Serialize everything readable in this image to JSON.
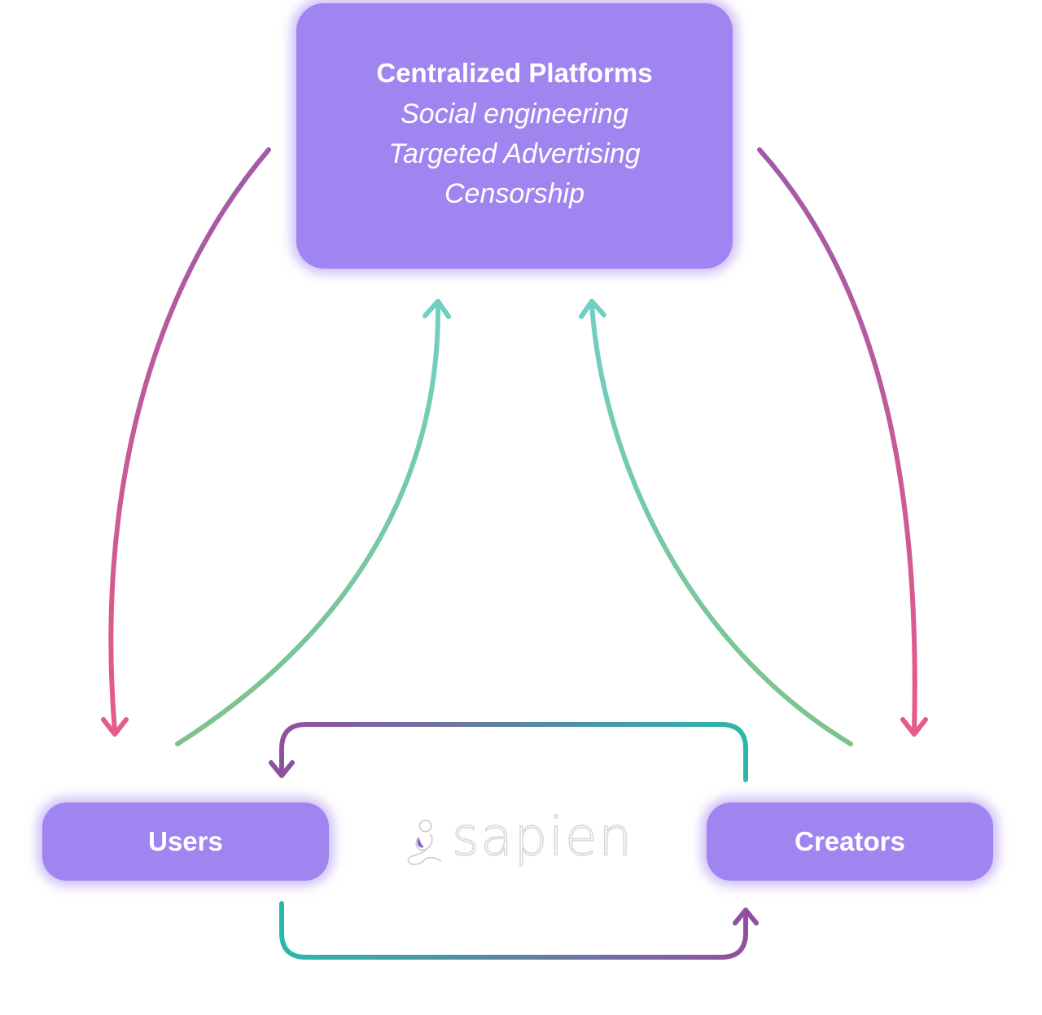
{
  "platform": {
    "title": "Centralized Platforms",
    "lines": [
      "Social engineering",
      "Targeted Advertising",
      "Censorship"
    ]
  },
  "users": {
    "label": "Users"
  },
  "creators": {
    "label": "Creators"
  },
  "brand": {
    "name": "sapien",
    "icon": "sapien-logo-icon"
  },
  "colors": {
    "node_fill": "#a084ef",
    "arrow_purple": "#a05aa8",
    "arrow_pink": "#e85a8a",
    "arrow_teal": "#6fd0c4",
    "arrow_green": "#7ec28a",
    "loop_purple": "#9050a0",
    "loop_teal": "#2bb8a8"
  }
}
